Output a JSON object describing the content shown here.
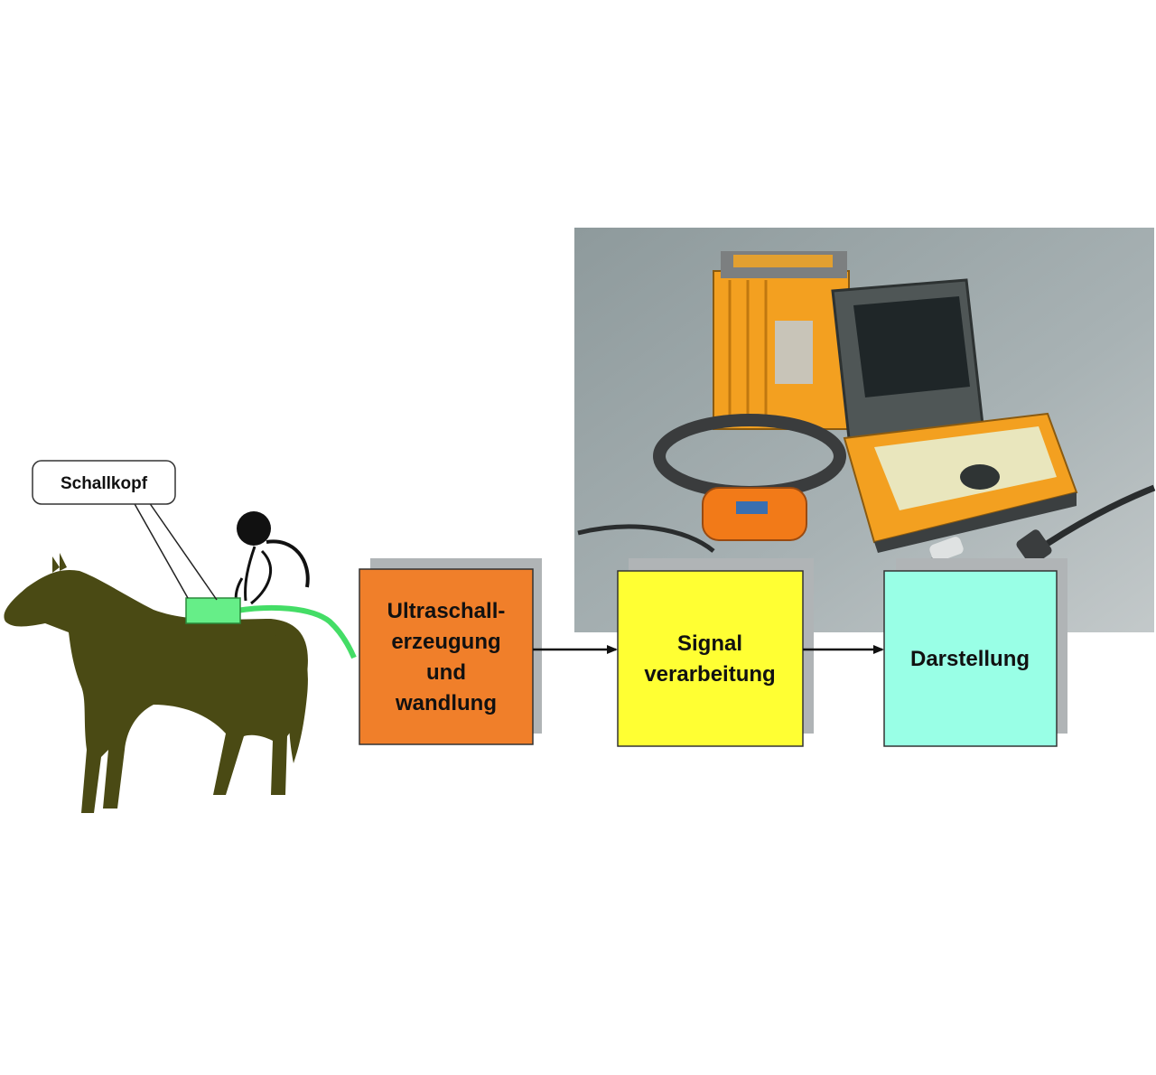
{
  "callout": {
    "label": "Schallkopf"
  },
  "blocks": [
    {
      "id": "generation",
      "lines": [
        "Ultraschall-",
        "erzeugung",
        "und",
        "wandlung"
      ],
      "color": "#f07f2a"
    },
    {
      "id": "processing",
      "lines": [
        "Signal",
        "verarbeitung"
      ],
      "color": "#ffff33"
    },
    {
      "id": "display",
      "lines": [
        "Darstellung"
      ],
      "color": "#99ffe6"
    }
  ],
  "colors": {
    "horse": "#4a4a14",
    "probe": "#66ee88",
    "cable": "#44dd66",
    "shadow": "#b0b4b6",
    "photo_background": "#9aa6a8",
    "device_orange": "#f3a020",
    "arrow": "#111111"
  },
  "icons": {
    "horse": "horse-silhouette-icon",
    "rider": "rider-icon",
    "photo": "ultrasound-device-photo"
  }
}
